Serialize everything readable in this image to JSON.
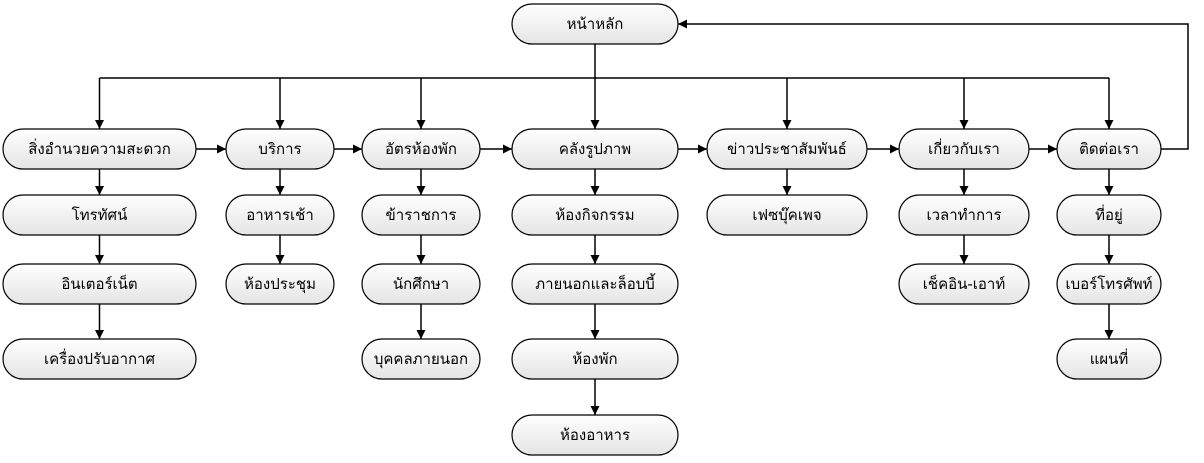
{
  "home": "หน้าหลัก",
  "sections": [
    {
      "id": "facilities",
      "label": "สิ่งอำนวยความสะดวก",
      "children": [
        "โทรทัศน์",
        "อินเตอร์เน็ต",
        "เครื่องปรับอากาศ"
      ]
    },
    {
      "id": "services",
      "label": "บริการ",
      "children": [
        "อาหารเช้า",
        "ห้องประชุม"
      ]
    },
    {
      "id": "rates",
      "label": "อัตรห้องพัก",
      "children": [
        "ข้าราชการ",
        "นักศึกษา",
        "บุคคลภายนอก"
      ]
    },
    {
      "id": "gallery",
      "label": "คลังรูปภาพ",
      "children": [
        "ห้องกิจกรรม",
        "ภายนอกและล็อบบี้",
        "ห้องพัก",
        "ห้องอาหาร"
      ]
    },
    {
      "id": "news",
      "label": "ข่าวประชาสัมพันธ์",
      "children": [
        "เฟซบุ๊คเพจ"
      ]
    },
    {
      "id": "about",
      "label": "เกี่ยวกับเรา",
      "children": [
        "เวลาทำการ",
        "เช็คอิน-เอาท์"
      ]
    },
    {
      "id": "contact",
      "label": "ติดต่อเรา",
      "children": [
        "ที่อยู่",
        "เบอร์โทรศัพท์",
        "แผนที่"
      ]
    }
  ]
}
